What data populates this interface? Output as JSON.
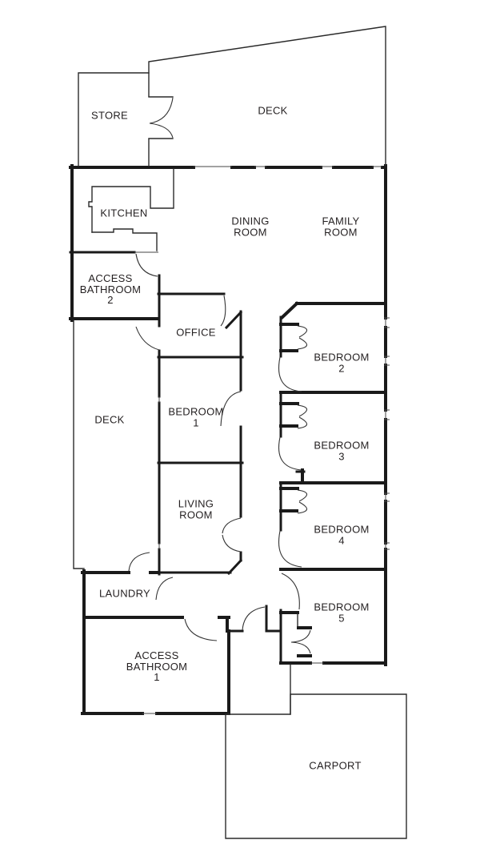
{
  "document": {
    "type": "floor-plan",
    "background_color": "#ffffff",
    "wall_color": "#1a1a1a",
    "text_color": "#231f20"
  },
  "rooms": [
    {
      "id": "store",
      "label": "STORE"
    },
    {
      "id": "deck-upper",
      "label": "DECK"
    },
    {
      "id": "kitchen",
      "label": "KITCHEN"
    },
    {
      "id": "dining-room",
      "label": "DINING\nROOM"
    },
    {
      "id": "family-room",
      "label": "FAMILY\nROOM"
    },
    {
      "id": "access-bathroom-2",
      "label": "ACCESS\nBATHROOM\n2"
    },
    {
      "id": "office",
      "label": "OFFICE"
    },
    {
      "id": "deck-left",
      "label": "DECK"
    },
    {
      "id": "bedroom-1",
      "label": "BEDROOM\n1"
    },
    {
      "id": "bedroom-2",
      "label": "BEDROOM\n2"
    },
    {
      "id": "bedroom-3",
      "label": "BEDROOM\n3"
    },
    {
      "id": "living-room",
      "label": "LIVING\nROOM"
    },
    {
      "id": "bedroom-4",
      "label": "BEDROOM\n4"
    },
    {
      "id": "laundry",
      "label": "LAUNDRY"
    },
    {
      "id": "bedroom-5",
      "label": "BEDROOM\n5"
    },
    {
      "id": "access-bathroom-1",
      "label": "ACCESS\nBATHROOM\n1"
    },
    {
      "id": "carport",
      "label": "CARPORT"
    }
  ]
}
